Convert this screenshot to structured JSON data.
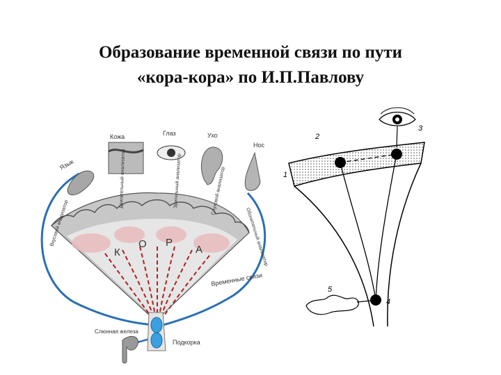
{
  "title": {
    "line1": "Образование временной связи по пути",
    "line2": "«кора-кора» по И.П.Павлову"
  },
  "left_figure": {
    "organs": {
      "skin": "Кожа",
      "eye": "Глаз",
      "ear": "Ухо",
      "nose": "Нос",
      "tongue": "Язык",
      "salivary_gland": "Слюнная железа"
    },
    "analyzers": {
      "taste": "Вкусовой анализатор",
      "touch": "Двигательный анализатор",
      "visual": "Зрительный анализатор",
      "auditory": "Слуховой анализатор",
      "olfactory": "Обонятельный анализатор"
    },
    "cortex_letters": [
      "К",
      "О",
      "Р",
      "А"
    ],
    "temporary_links": "Временные связи",
    "subcortex": "Подкорка"
  },
  "right_figure": {
    "labels": [
      "1",
      "2",
      "3",
      "4",
      "5"
    ]
  }
}
